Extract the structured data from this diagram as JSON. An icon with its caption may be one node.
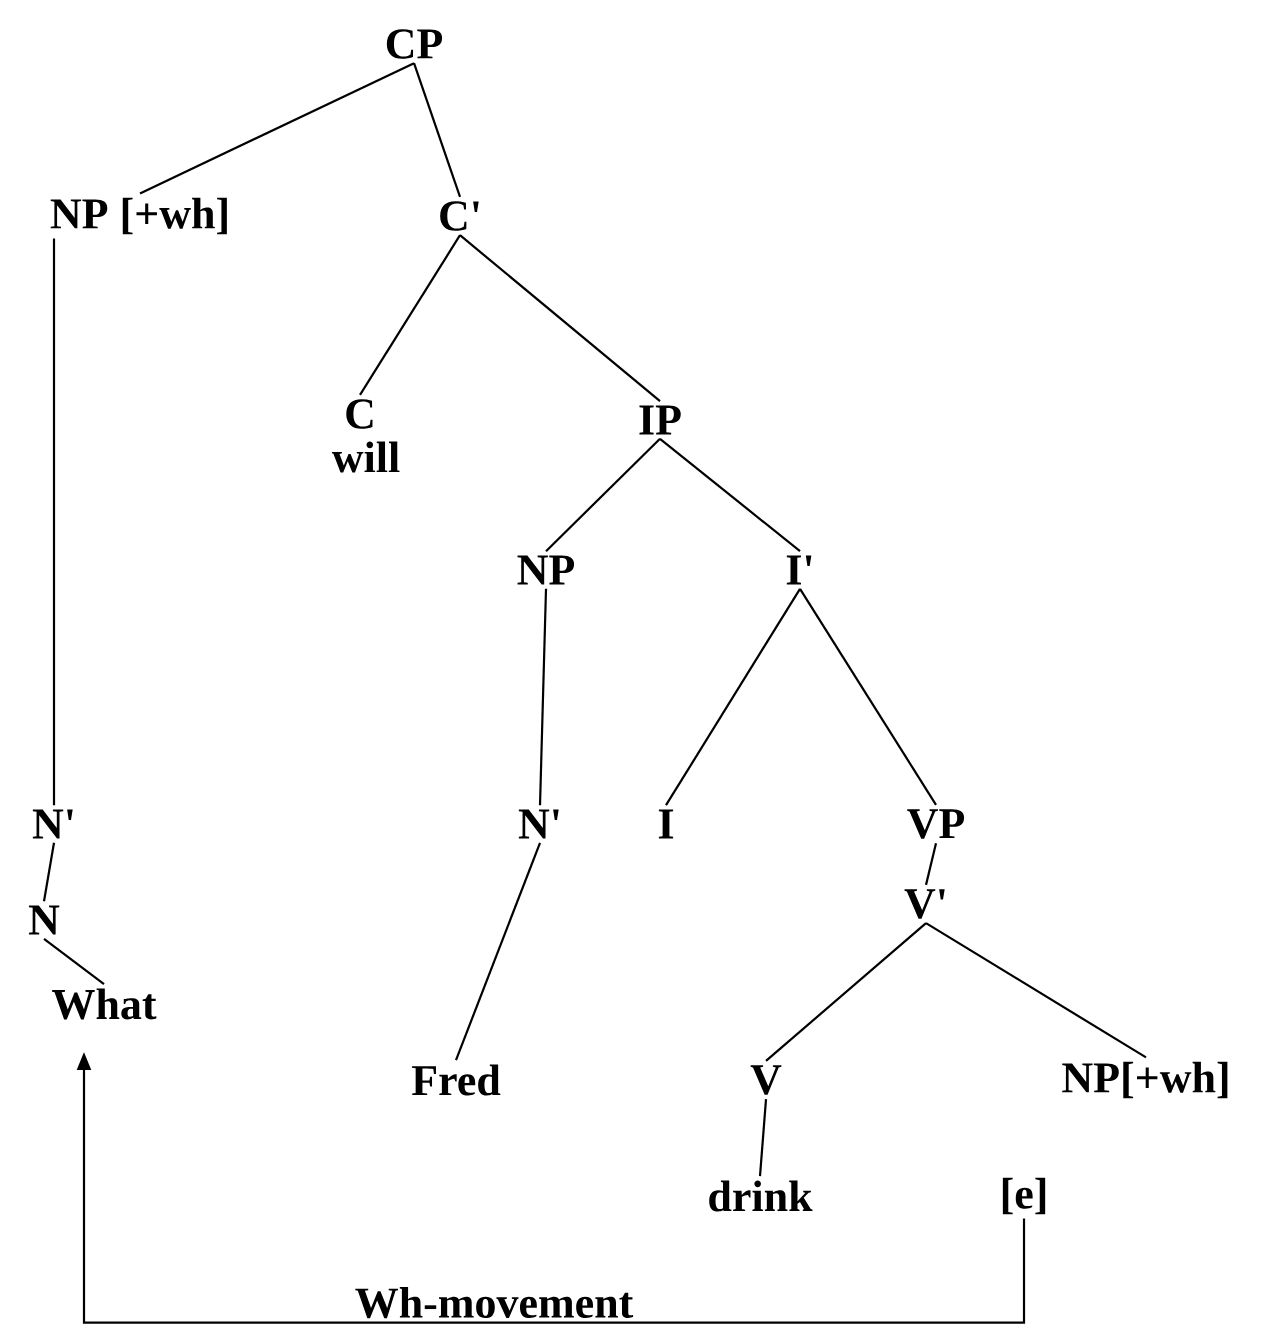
{
  "diagram": {
    "nodes": [
      {
        "text": [
          "CP"
        ]
      },
      {
        "text": [
          "NP [+wh]"
        ]
      },
      {
        "text": [
          "C'"
        ]
      },
      {
        "text": [
          "C"
        ],
        "beside": [
          "will"
        ]
      },
      {
        "text": [
          "IP"
        ]
      },
      {
        "text": [
          "NP"
        ]
      },
      {
        "text": [
          "I'"
        ]
      },
      {
        "text": [
          "N'"
        ]
      },
      {
        "text": [
          "N'"
        ]
      },
      {
        "text": [
          "I"
        ]
      },
      {
        "text": [
          "VP"
        ]
      },
      {
        "text": [
          "V'"
        ]
      },
      {
        "text": [
          "N"
        ]
      },
      {
        "text": [
          "What"
        ]
      },
      {
        "text": [
          "Fred"
        ]
      },
      {
        "text": [
          "V"
        ]
      },
      {
        "text": [
          "NP[+wh]"
        ]
      },
      {
        "text": [
          "drink"
        ]
      },
      {
        "text": [
          "[e]"
        ]
      }
    ],
    "edges": [
      {
        "from": 0,
        "to": 1,
        "arrow": "none"
      },
      {
        "from": 0,
        "to": 2,
        "arrow": "none"
      },
      {
        "from": 2,
        "to": 3,
        "arrow": "none"
      },
      {
        "from": 2,
        "to": 4,
        "arrow": "none"
      },
      {
        "from": 4,
        "to": 5,
        "arrow": "none"
      },
      {
        "from": 4,
        "to": 6,
        "arrow": "none"
      },
      {
        "from": 1,
        "to": 7,
        "arrow": "none"
      },
      {
        "from": 7,
        "to": 12,
        "arrow": "none"
      },
      {
        "from": 12,
        "to": 13,
        "arrow": "none"
      },
      {
        "from": 5,
        "to": 8,
        "arrow": "none"
      },
      {
        "from": 8,
        "to": 14,
        "arrow": "none"
      },
      {
        "from": 6,
        "to": 9,
        "arrow": "none"
      },
      {
        "from": 6,
        "to": 10,
        "arrow": "none"
      },
      {
        "from": 10,
        "to": 11,
        "arrow": "none"
      },
      {
        "from": 11,
        "to": 15,
        "arrow": "none"
      },
      {
        "from": 11,
        "to": 16,
        "arrow": "none"
      },
      {
        "from": 15,
        "to": 17,
        "arrow": "none"
      },
      {
        "from": 18,
        "to": 13,
        "arrow": "to",
        "label": "Wh-movement"
      }
    ]
  }
}
